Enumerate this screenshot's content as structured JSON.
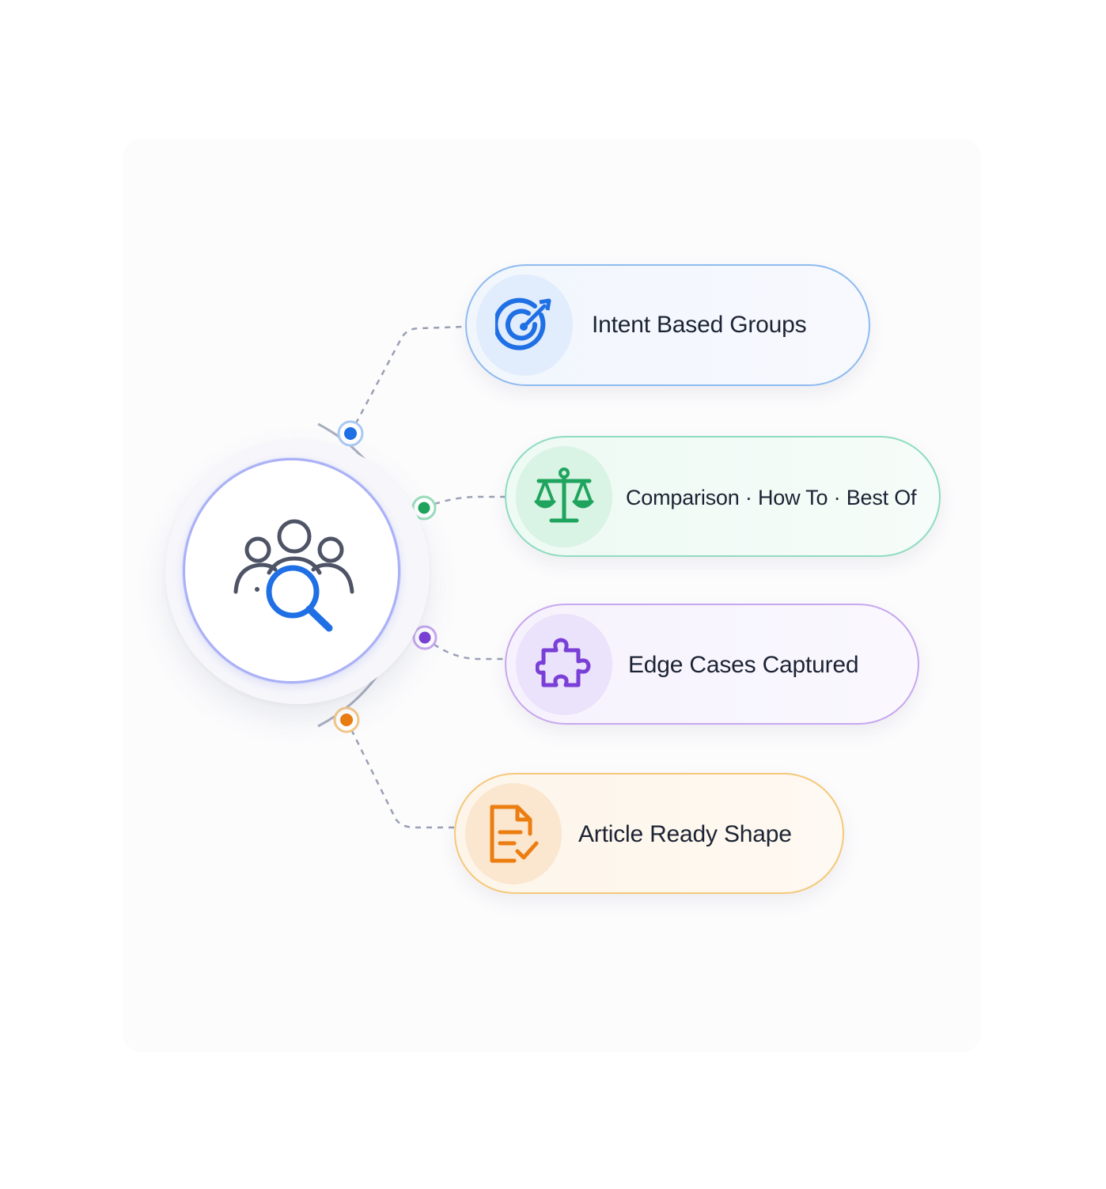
{
  "hub": {
    "icon": "people-search-icon"
  },
  "cards": [
    {
      "label": "Intent Based Groups",
      "icon": "target-icon",
      "color": "#1f6fe5"
    },
    {
      "label": "Comparison · How To · Best Of",
      "icon": "balance-scale-icon",
      "color": "#1ea45c"
    },
    {
      "label": "Edge Cases Captured",
      "icon": "puzzle-piece-icon",
      "color": "#7a3fd6"
    },
    {
      "label": "Article Ready Shape",
      "icon": "document-check-icon",
      "color": "#ec7d10"
    }
  ],
  "colors": {
    "connector": "#9aa0b4",
    "arc": "#a9aebf",
    "hub_ring": "#a9b0f7"
  }
}
